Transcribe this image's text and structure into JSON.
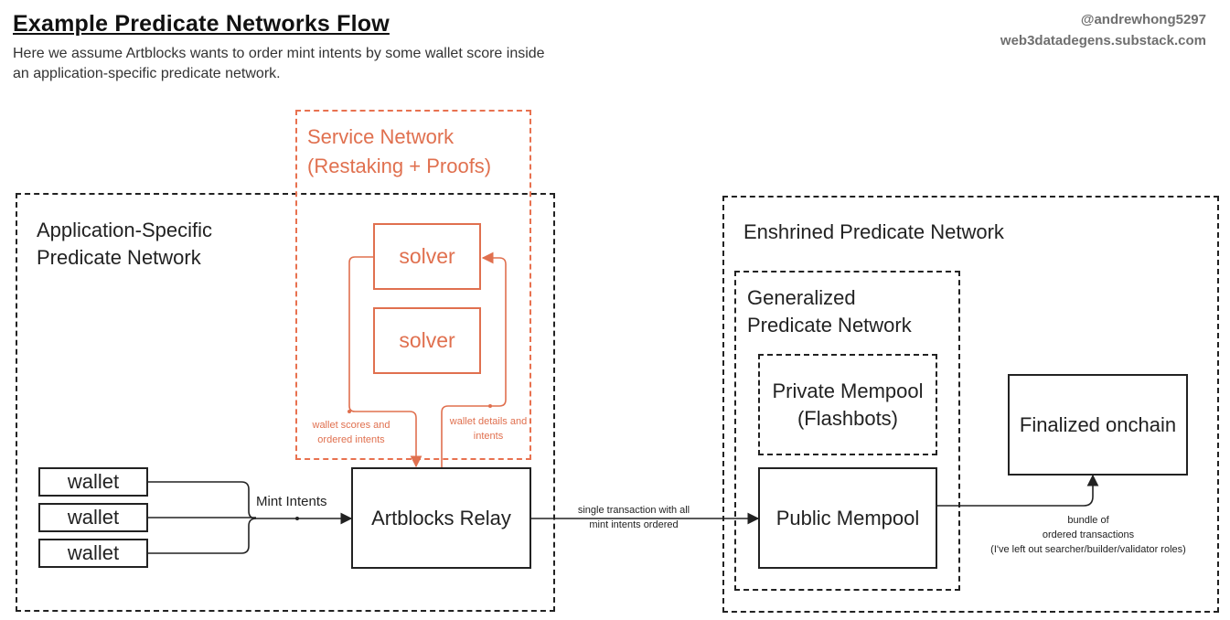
{
  "header": {
    "title": "Example Predicate Networks Flow",
    "subtitle": "Here we assume Artblocks wants to order mint intents by some wallet score inside an application-specific predicate network.",
    "credit_handle": "@andrewhong5297",
    "credit_site": "web3datadegens.substack.com"
  },
  "app_network": {
    "label": "Application-Specific Predicate Network",
    "wallets": [
      "wallet",
      "wallet",
      "wallet"
    ],
    "mint_intents_label": "Mint Intents",
    "relay_label": "Artblocks Relay"
  },
  "service_network": {
    "label": "Service Network (Restaking + Proofs)",
    "solvers": [
      "solver",
      "solver"
    ],
    "scores_label": "wallet scores and ordered intents",
    "details_label": "wallet details and intents"
  },
  "relay_to_mempool_label": "single transaction with all mint intents ordered",
  "enshrined_network": {
    "label": "Enshrined Predicate Network",
    "generalized_label": "Generalized Predicate Network",
    "private_mempool": "Private Mempool (Flashbots)",
    "public_mempool": "Public Mempool",
    "finalized": "Finalized onchain",
    "bundle_label_line1": "bundle of",
    "bundle_label_line2": "ordered transactions",
    "bundle_label_line3": "(I've left out searcher/builder/validator roles)"
  },
  "colors": {
    "ink": "#222222",
    "accent": "#e0704f",
    "muted": "#6f6f6f"
  }
}
